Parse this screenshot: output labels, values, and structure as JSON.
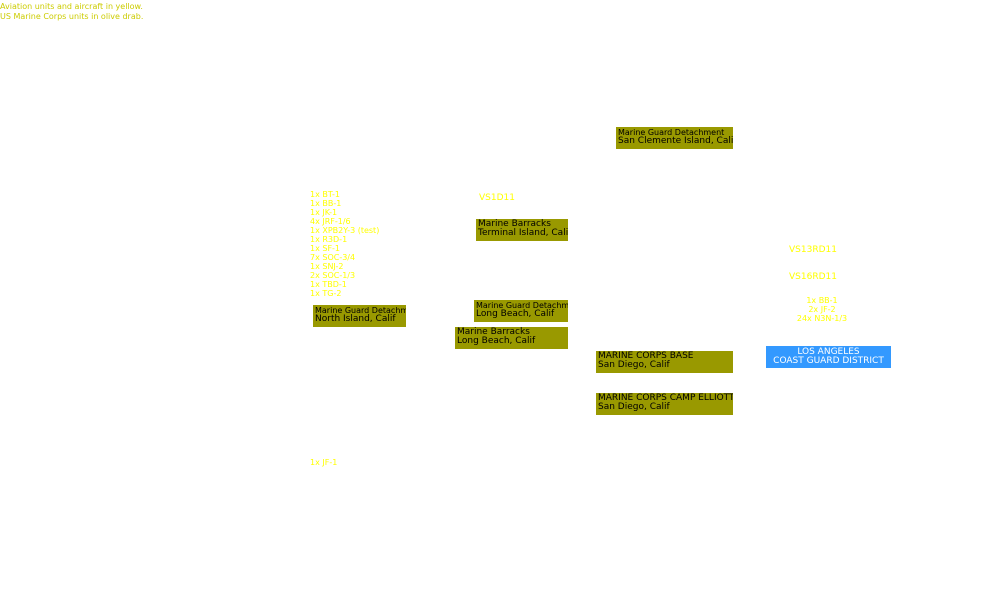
{
  "legend": {
    "line1": "Aviation units and aircraft in yellow.",
    "line2": "US Marine Corps units in olive drab."
  },
  "colors": {
    "aviation": "#ffff00",
    "marine": "#999900",
    "coast_guard": "#3399ff",
    "legend_text": "#cccc00"
  },
  "units": {
    "mgd_san_clemente": {
      "name": "Marine Guard Detachment",
      "location": "San Clemente Island, Calif"
    },
    "mb_terminal_island": {
      "name": "Marine Barracks",
      "location": "Terminal Island, Calif"
    },
    "mgd_long_beach": {
      "name": "Marine Guard Detachment",
      "location": "Long Beach, Calif"
    },
    "mb_long_beach": {
      "name": "Marine Barracks",
      "location": "Long Beach, Calif"
    },
    "mgd_north_island": {
      "name": "Marine Guard Detachment",
      "location": "North Island, Calif"
    },
    "mcb_san_diego": {
      "name": "MARINE CORPS BASE",
      "location": "San Diego, Calif"
    },
    "mc_camp_elliott": {
      "name": "MARINE CORPS CAMP ELLIOTT",
      "location": "San Diego, Calif"
    }
  },
  "aviation": {
    "vs1d11": "VS1D11",
    "vs13rd11": "VS13RD11",
    "vs16rd11": "VS16RD11",
    "north_island_aircraft": [
      "1x BT-1",
      "1x BB-1",
      "1x JK-1",
      "4x JRF-1/6",
      "1x XPB2Y-3 (test)",
      "1x R3D-1",
      "1x SF-1",
      "7x SOC-3/4",
      "1x SNJ-2",
      "2x SOC-1/3",
      "1x TBD-1",
      "1x TG-2"
    ],
    "coast_guard_aircraft": [
      "1x BB-1",
      "2x JF-2",
      "24x N3N-1/3"
    ],
    "single_aircraft": "1x JF-1"
  },
  "coast_guard": {
    "line1": "LOS ANGELES",
    "line2": "COAST GUARD DISTRICT"
  }
}
